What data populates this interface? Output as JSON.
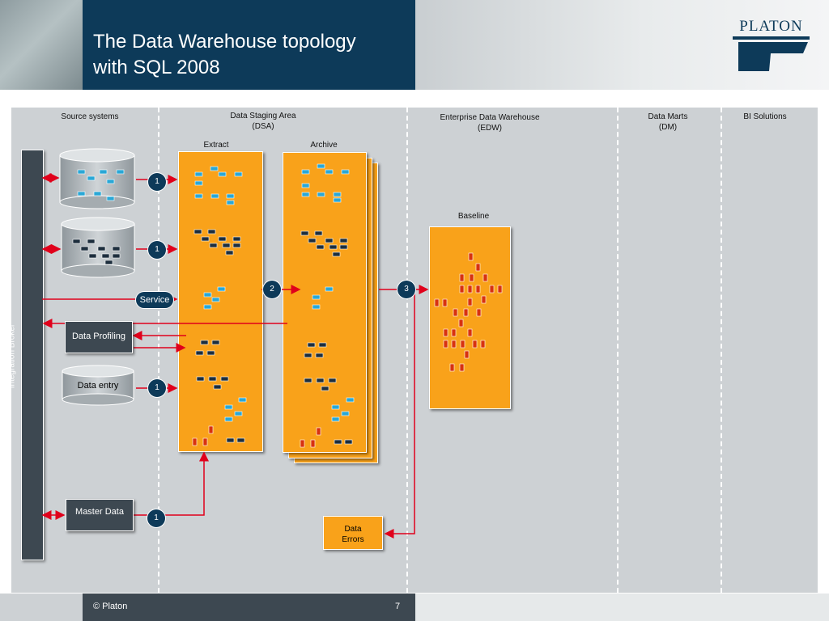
{
  "header": {
    "title": "The Data Warehouse topology\nwith SQL 2008",
    "logo_text": "PLATON"
  },
  "columns": {
    "source_systems": "Source systems",
    "dsa": "Data Staging Area\n(DSA)",
    "extract": "Extract",
    "archive": "Archive",
    "edw": "Enterprise Data Warehouse\n(EDW)",
    "baseline": "Baseline",
    "dm": "Data Marts\n(DM)",
    "bi": "BI Solutions"
  },
  "boxes": {
    "integration_broker": "Integration Broker",
    "service": "Service",
    "data_profiling": "Data Profiling",
    "data_entry": "Data entry",
    "master_data": "Master Data",
    "data_errors": "Data\nErrors"
  },
  "badges": {
    "b1a": "1",
    "b1b": "1",
    "b1c": "1",
    "b1d": "1",
    "b2": "2",
    "b3": "3"
  },
  "footer": {
    "copyright": "© Platon",
    "page": "7"
  },
  "colors": {
    "navy": "#0d3a59",
    "orange": "#f9a21a",
    "dark_gray": "#3d4851",
    "arrow_red": "#e0001b",
    "panel_gray": "#cdd1d4"
  }
}
